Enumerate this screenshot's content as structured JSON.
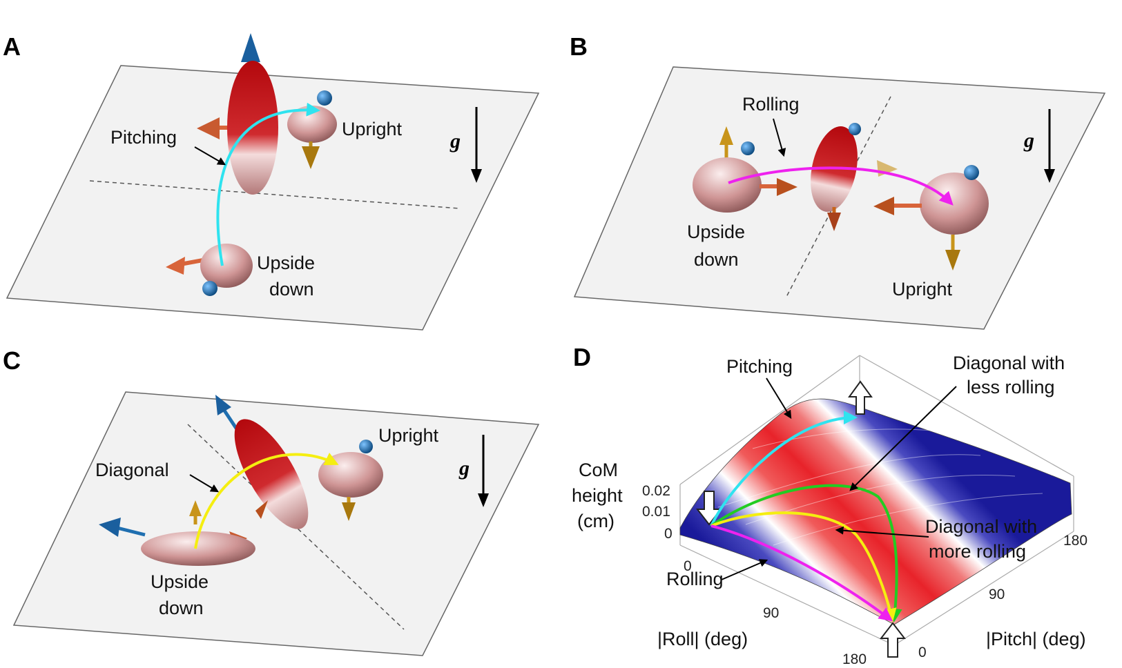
{
  "panels": {
    "A": {
      "letter": "A",
      "pitching": "Pitching",
      "upright": "Upright",
      "upside_1": "Upside",
      "upside_2": "down",
      "g": "g"
    },
    "B": {
      "letter": "B",
      "rolling": "Rolling",
      "upright": "Upright",
      "upside_1": "Upside",
      "upside_2": "down",
      "g": "g"
    },
    "C": {
      "letter": "C",
      "diagonal": "Diagonal",
      "upright": "Upright",
      "upside_1": "Upside",
      "upside_2": "down",
      "g": "g"
    },
    "D": {
      "letter": "D",
      "pitching": "Pitching",
      "diag_less_1": "Diagonal with",
      "diag_less_2": "less rolling",
      "diag_more_1": "Diagonal with",
      "diag_more_2": "more rolling",
      "rolling": "Rolling",
      "z_label_1": "CoM",
      "z_label_2": "height",
      "z_label_3": "(cm)",
      "z_ticks": [
        "0.02",
        "0.01",
        "0"
      ],
      "roll_ticks": [
        "0",
        "90",
        "180"
      ],
      "pitch_ticks": [
        "0",
        "90",
        "180"
      ],
      "roll_label": "|Roll| (deg)",
      "pitch_label": "|Pitch| (deg)"
    }
  },
  "colors": {
    "pitching_path": "#2fe3ef",
    "rolling_path": "#ee22ee",
    "diagonal_path": "#f5ee10",
    "diag_less_path": "#22cc22",
    "surface_high": "#e8232a",
    "surface_low": "#1a1a9a",
    "plane": "#f2f2f2"
  }
}
